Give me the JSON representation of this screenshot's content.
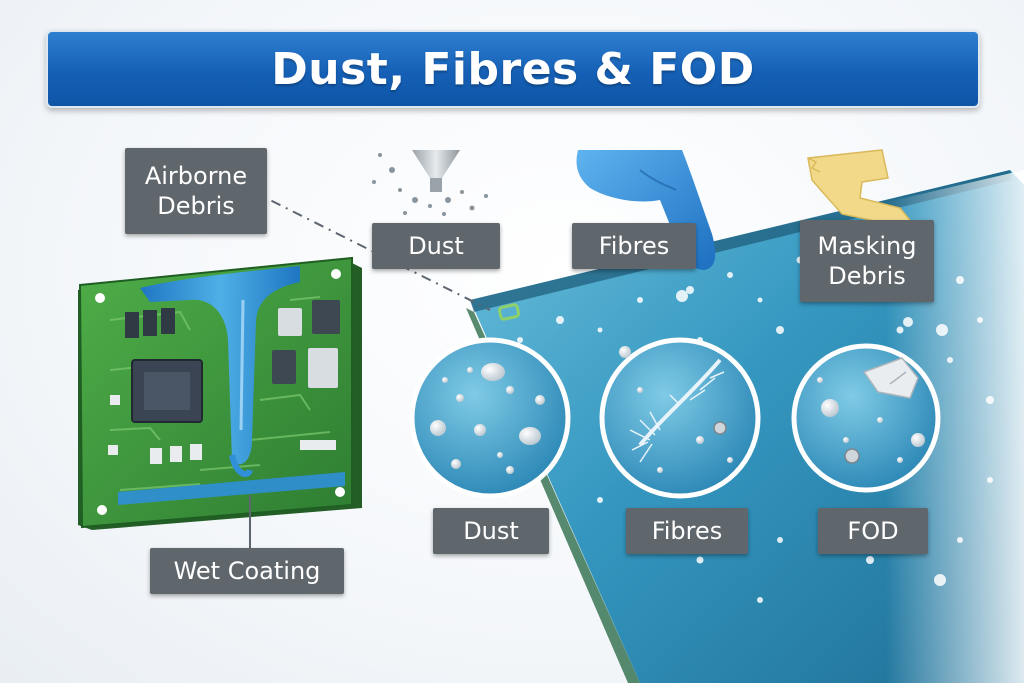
{
  "title": "Dust, Fibres & FOD",
  "labels": {
    "airborne_debris_1": "Airborne",
    "airborne_debris_2": "Debris",
    "dust_top": "Dust",
    "fibres_top": "Fibres",
    "masking_debris_1": "Masking",
    "masking_debris_2": "Debris",
    "wet_coating": "Wet Coating",
    "dust_circle": "Dust",
    "fibres_circle": "Fibres",
    "fod_circle": "FOD"
  },
  "colors": {
    "banner": "#1560b6",
    "label_bg": "#5f666c",
    "pcb_green": "#3c9a3a",
    "coating_blue": "#2f8fd8",
    "board_teal": "#3a9ec4",
    "glove_blue": "#3a8fd6",
    "tape_yellow": "#f2d98a"
  },
  "icons": [
    "pcb-board",
    "dispensing-nozzle-icon",
    "gloved-finger-icon",
    "masking-tape-icon",
    "magnifier-circle"
  ]
}
